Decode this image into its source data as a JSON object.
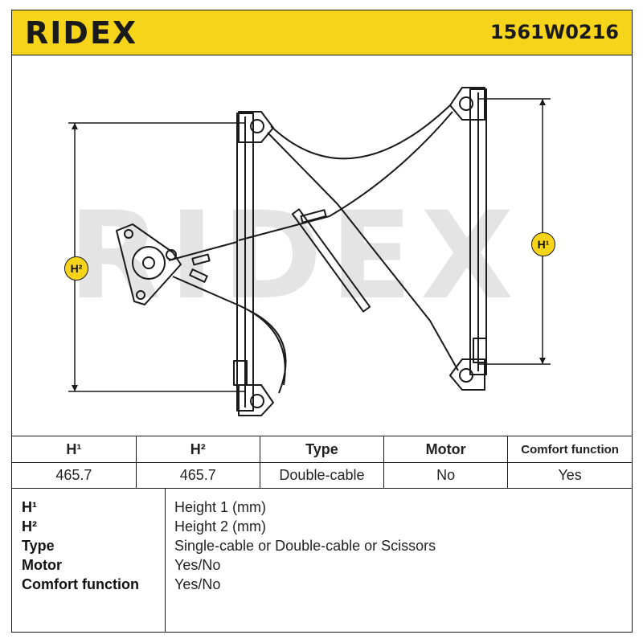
{
  "header": {
    "brand": "RIDEX",
    "part_number": "1561W0216"
  },
  "drawing": {
    "watermark": "RIDEX",
    "badge_h1": "H¹",
    "badge_h2": "H²"
  },
  "spec_table": {
    "headers": [
      "H¹",
      "H²",
      "Type",
      "Motor",
      "Comfort function"
    ],
    "values": [
      "465.7",
      "465.7",
      "Double-cable",
      "No",
      "Yes"
    ]
  },
  "legend": [
    {
      "key": "H¹",
      "value": "Height 1 (mm)"
    },
    {
      "key": "H²",
      "value": "Height 2 (mm)"
    },
    {
      "key": "Type",
      "value": "Single-cable or Double-cable or Scissors"
    },
    {
      "key": "Motor",
      "value": "Yes/No"
    },
    {
      "key": "Comfort function",
      "value": "Yes/No"
    }
  ],
  "colors": {
    "brand_yellow": "#f6d41a",
    "ink": "#1a1a1a"
  }
}
